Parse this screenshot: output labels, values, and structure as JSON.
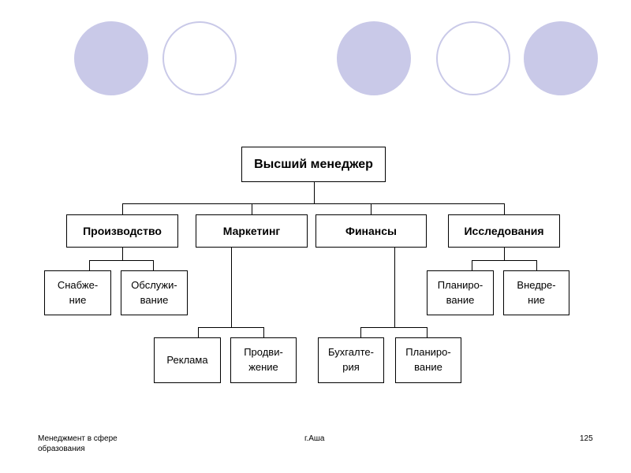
{
  "decoration": {
    "fill_color": "#c9c9e8",
    "stroke_color": "#c9c9e8"
  },
  "chart": {
    "top": {
      "label": "Высший менеджер"
    },
    "departments": [
      {
        "label": "Производство",
        "children": [
          "Снабже-\nние",
          "Обслужи-\nвание"
        ]
      },
      {
        "label": "Маркетинг",
        "children": [
          "Реклама",
          "Продви-\nжение"
        ]
      },
      {
        "label": "Финансы",
        "children": [
          "Бухгалте-\nрия",
          "Планиро-\nвание"
        ]
      },
      {
        "label": "Исследования",
        "children": [
          "Планиро-\nвание",
          "Внедре-\nние"
        ]
      }
    ]
  },
  "footer": {
    "left": "Менеджмент в сфере\nобразования",
    "center": "г.Аша",
    "right": "125"
  }
}
